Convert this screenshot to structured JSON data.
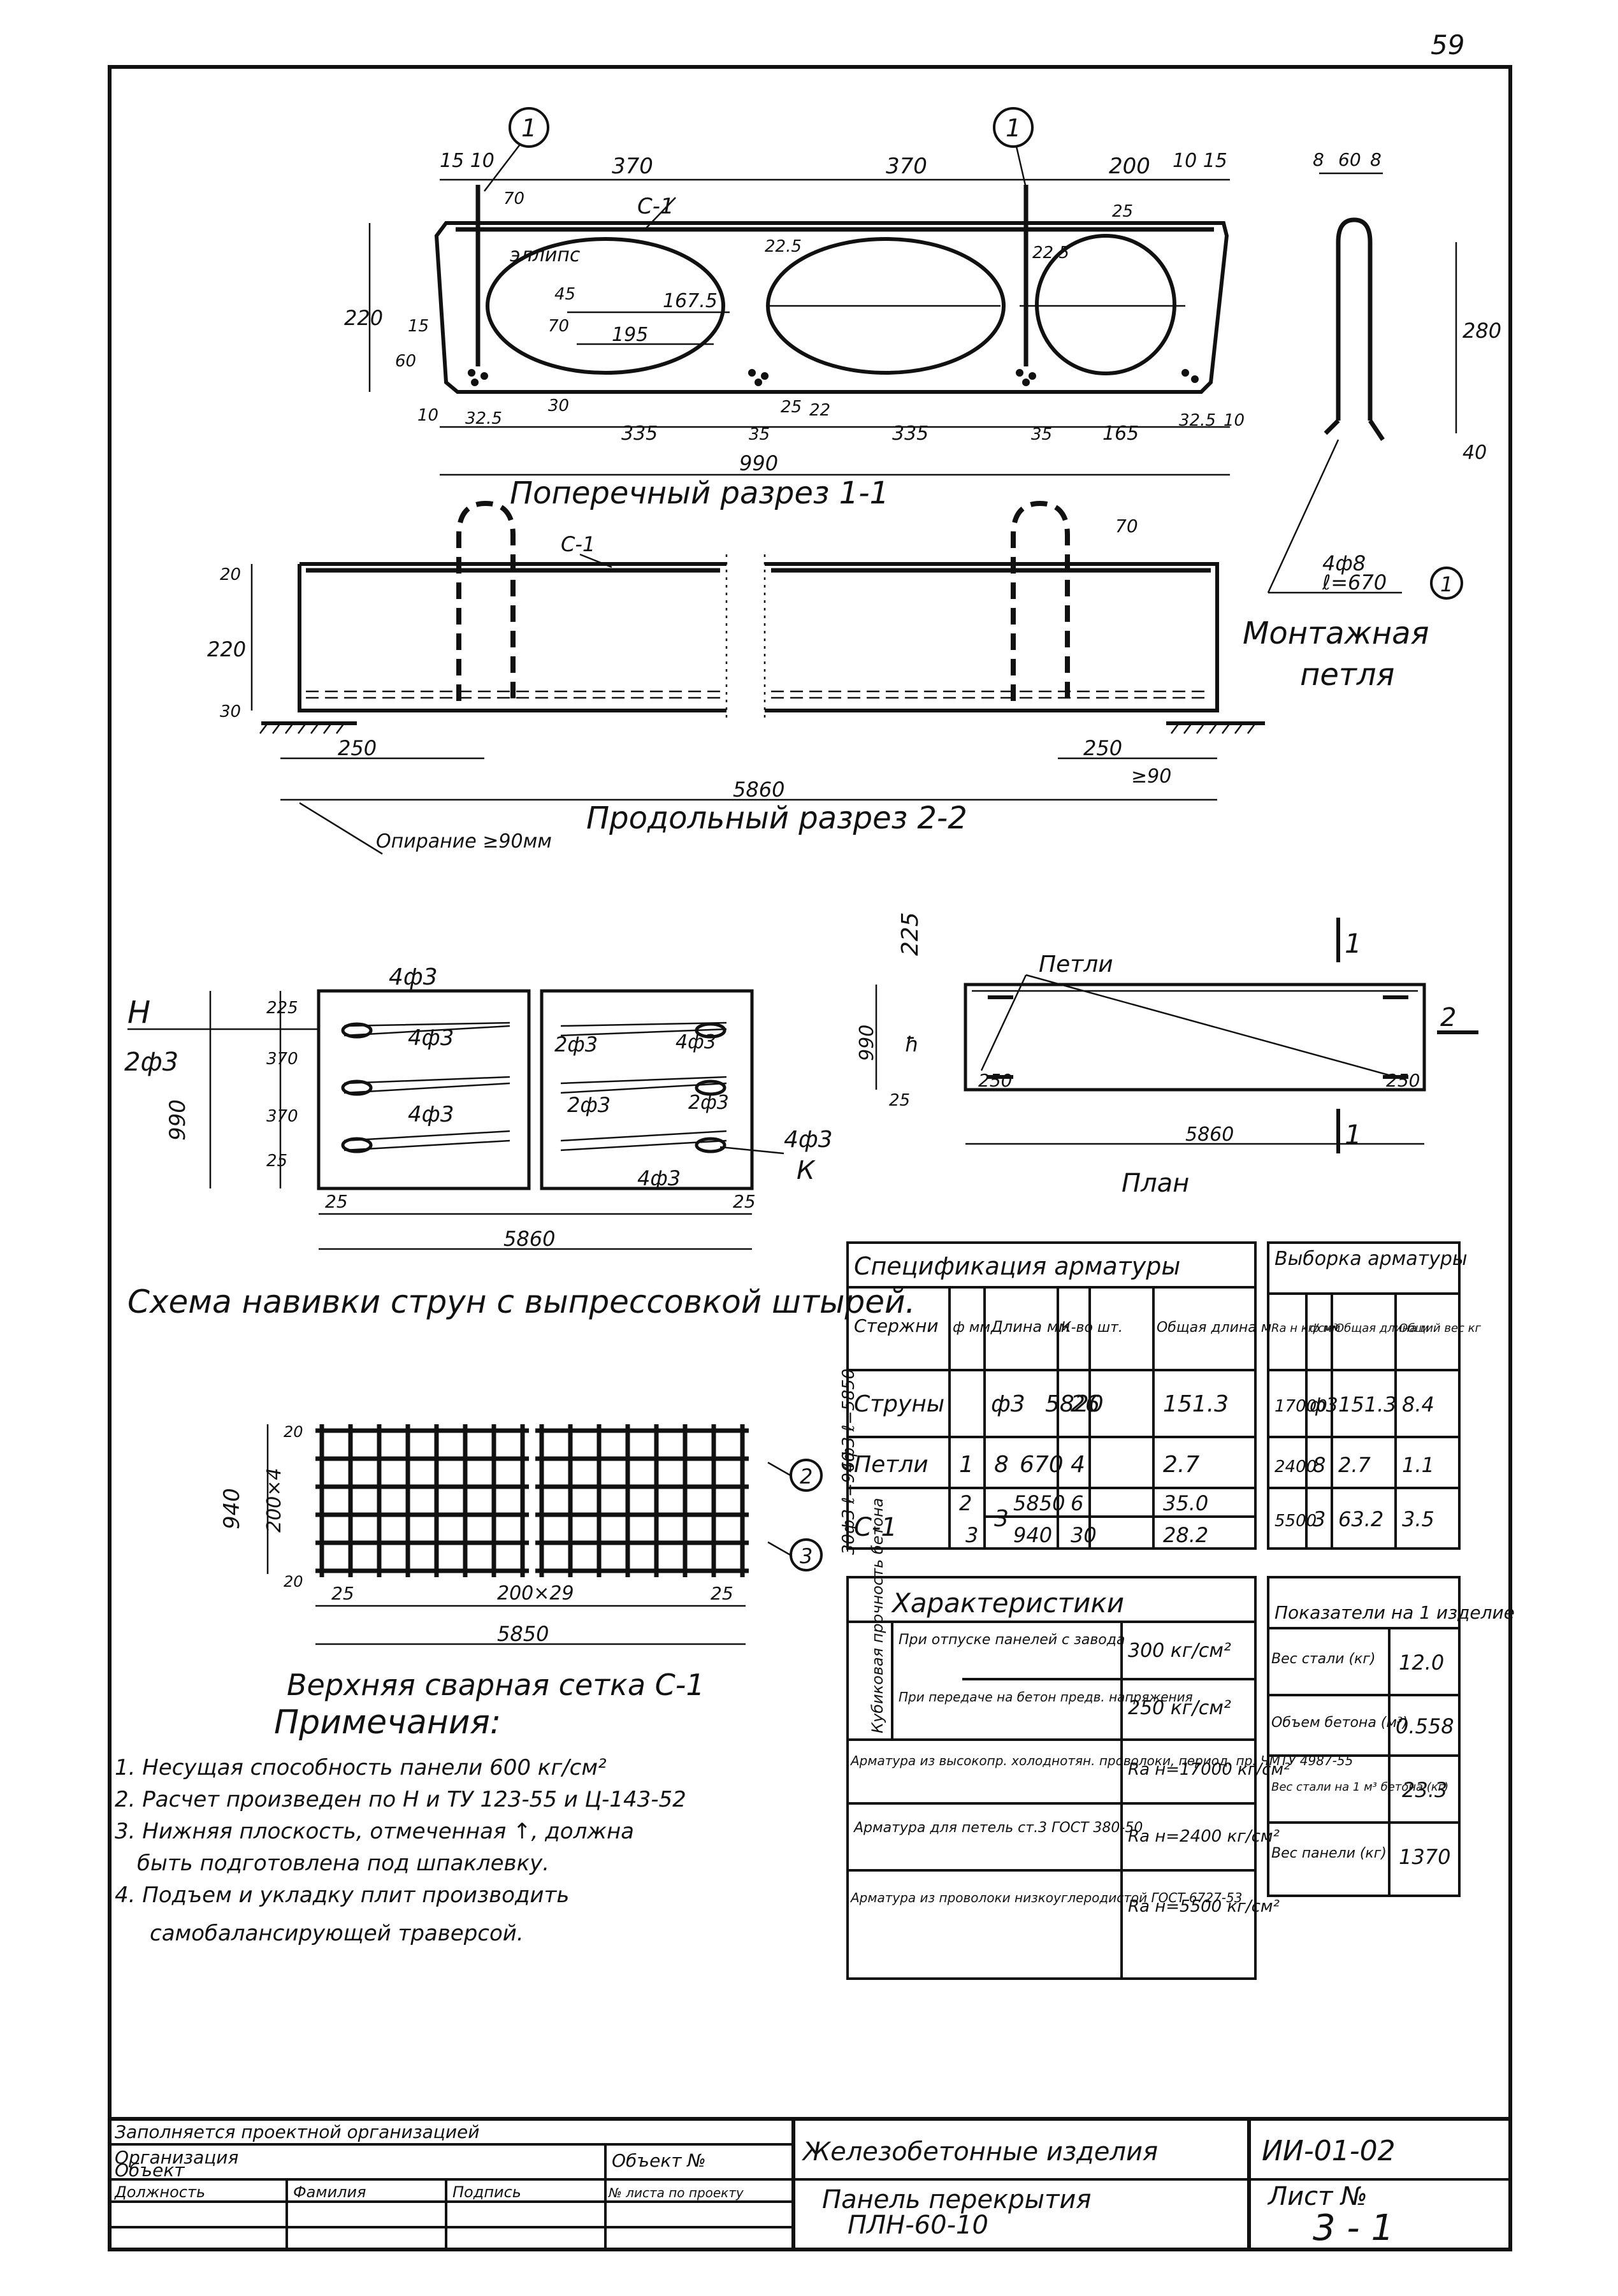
{
  "page_number": "59",
  "cross_section": {
    "title": "Поперечный разрез 1-1",
    "top_dims": [
      "15 10",
      "370",
      "370",
      "200",
      "10 15"
    ],
    "bottom_dims": [
      "10",
      "32.5",
      "335",
      "35",
      "335",
      "35",
      "165",
      "32.5",
      "10"
    ],
    "overall": "990",
    "height": "220",
    "labels": {
      "ellipse": "эллипс",
      "mesh": "С-1",
      "loop_mark": "1",
      "d1": "167.5",
      "d2": "195",
      "d3": "70",
      "d4": "45",
      "d5": "22.5",
      "d6": "25",
      "d7": "22",
      "d8": "30",
      "d9": "60",
      "d10": "15",
      "d11": "25"
    }
  },
  "longitudinal_section": {
    "title": "Продольный разрез 2-2",
    "length": "5860",
    "height": "220",
    "top_dim": "20",
    "bottom_dim": "30",
    "support_left": "250",
    "support_right": "250",
    "min_support": "≥90",
    "mesh": "С-1",
    "loop_height": "70",
    "support_note": "Опирание ≥90мм"
  },
  "loop_detail": {
    "title": "Монтажная петля",
    "dims": [
      "8",
      "60",
      "8"
    ],
    "height": "280",
    "tail": "40",
    "spec_line1": "4ф8",
    "spec_line2": "ℓ=670",
    "mark": "1"
  },
  "winding_scheme": {
    "title": "Схема навивки струн с выпрессовкой штырей.",
    "H": "Н",
    "K": "К",
    "labels": [
      "4ф3",
      "2ф3",
      "4ф3",
      "2ф3",
      "4ф3",
      "2ф3",
      "4ф3",
      "4ф3",
      "4ф3"
    ],
    "width_dim": "990",
    "left_dims": [
      "225",
      "370",
      "370",
      "25"
    ],
    "edge": "25",
    "length": "5860"
  },
  "plan": {
    "title": "План",
    "caption": "Петли",
    "width": "990",
    "top": "225",
    "side": "25",
    "offset": "250",
    "length": "5860",
    "cut1": "1",
    "cut2": "2",
    "h_label": "ħ"
  },
  "mesh": {
    "title": "Верхняя сварная сетка С-1",
    "height": "940",
    "inner": "200×4",
    "pitch": "200×29",
    "length": "5850",
    "edge": "25",
    "top_off": "20",
    "bar2_label": "6ф3 ℓ=5850",
    "bar2_mark": "2",
    "bar3_label": "30ф3 ℓ=940",
    "bar3_mark": "3"
  },
  "spec_table": {
    "title": "Спецификация арматуры",
    "headers": [
      "Стержни",
      "ф мм",
      "Длина мм",
      "К-во шт.",
      "Общая длина м"
    ],
    "rows": [
      [
        "Струны",
        "",
        "ф3",
        "5820",
        "26",
        "151.3"
      ],
      [
        "Петли",
        "1",
        "8",
        "670",
        "4",
        "2.7"
      ],
      [
        "С-1",
        "2",
        "3",
        "5850",
        "6",
        "35.0"
      ],
      [
        "",
        "3",
        "",
        "940",
        "30",
        "28.2"
      ]
    ]
  },
  "selection_table": {
    "title": "Выборка арматуры",
    "headers": [
      "Rа н кг/см²",
      "ф мм",
      "Общая длина м",
      "Общий вес кг"
    ],
    "rows": [
      [
        "17000",
        "ф3",
        "151.3",
        "8.4"
      ],
      [
        "2400",
        "8",
        "2.7",
        "1.1"
      ],
      [
        "5500",
        "3",
        "63.2",
        "3.5"
      ]
    ]
  },
  "characteristics": {
    "title": "Характеристики",
    "side": "Кубиковая прочность бетона",
    "rows": [
      [
        "При отпуске панелей с завода",
        "300 кг/см²"
      ],
      [
        "При передаче на бетон предв. напряжения",
        "250 кг/см²"
      ],
      [
        "Арматура из высокопр. холоднотян. проволоки, период. пр. ЧМТУ 4987-55",
        "Rа н=17000 кг/см²"
      ],
      [
        "Арматура для петель ст.3 ГОСТ 380-50",
        "Rа н=2400 кг/см²"
      ],
      [
        "Арматура из проволоки низкоуглеродистой ГОСТ 6727-53",
        "Rа н=5500 кг/см²"
      ]
    ]
  },
  "indicators": {
    "title": "Показатели на 1 изделие",
    "rows": [
      [
        "Вес стали (кг)",
        "12.0"
      ],
      [
        "Объем бетона (м³)",
        "0.558"
      ],
      [
        "Вес стали на 1 м³ бетона (кг)",
        "23.3"
      ],
      [
        "Вес панели (кг)",
        "1370"
      ]
    ]
  },
  "notes": {
    "title": "Примечания:",
    "items": [
      "1. Несущая способность панели 600 кг/см²",
      "2. Расчет произведен по Н и ТУ 123-55 и Ц-143-52",
      "3. Нижняя плоскость, отмеченная ↑, должна",
      "быть подготовлена под шпаклевку.",
      "4. Подъем и укладку плит производить",
      "самобалансирующей траверсой."
    ]
  },
  "title_block": {
    "filled_by": "Заполняется проектной организацией",
    "organization": "Организация",
    "object": "Объект",
    "object_no": "Объект №",
    "col_position": "Должность",
    "col_surname": "Фамилия",
    "col_signature": "Подпись",
    "col_sheets": "№ листа по проекту",
    "product_group": "Железобетонные изделия",
    "series": "ИИ-01-02",
    "title1": "Панель перекрытия",
    "title2": "ПЛН-60-10",
    "sheet_label": "Лист №",
    "sheet_no": "3 - 1"
  }
}
